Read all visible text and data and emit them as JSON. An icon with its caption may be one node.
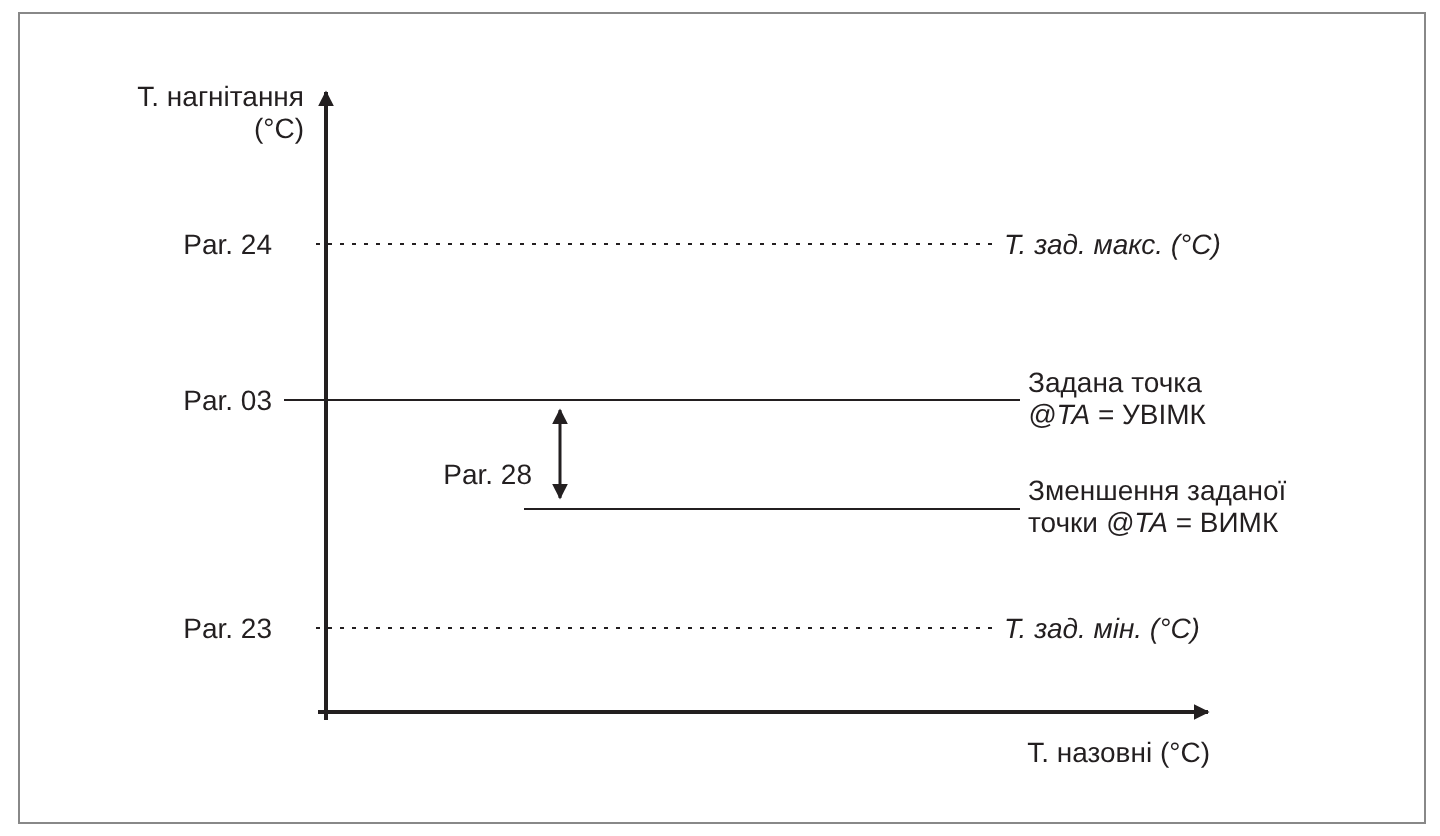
{
  "diagram": {
    "labels": [
      "Т. нагнітання (°C)",
      "Par. 24",
      "Т. зад. макс. (°C)",
      "Par. 03",
      "Задана точка *@TA* = УВІМК",
      "Par. 28",
      "Зменшення заданої точки *@TA* = ВИМК",
      "Par. 23",
      "Т. зад. мін. (°C)",
      "Т. назовні (°C)"
    ]
  }
}
